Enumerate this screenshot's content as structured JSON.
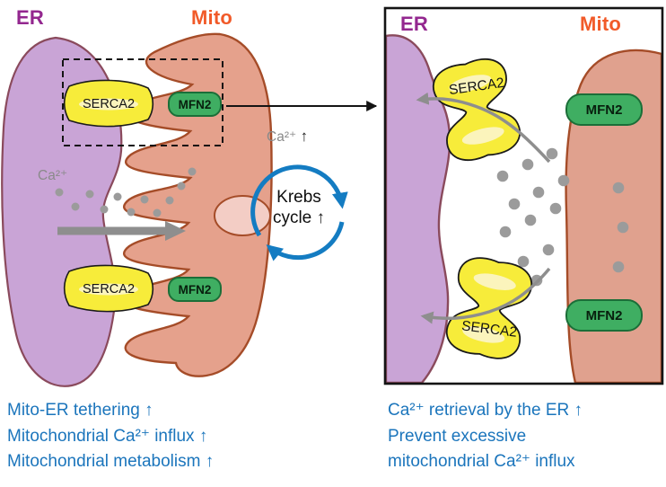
{
  "palette": {
    "er_label_color": "#93278f",
    "mito_label_color": "#f15a29",
    "er_fill": "#c9a4d6",
    "er_stroke": "#8a4a5c",
    "mito_fill": "#e5a18c",
    "mito_stroke": "#a54c28",
    "serca2_fill": "#f7ec3a",
    "mfn2_fill": "#3fae62",
    "krebs_arrow_blue": "#147cc2",
    "caption_blue": "#1b75bc",
    "calcium_gray": "#9b9b9b"
  },
  "left_panel": {
    "er_label": "ER",
    "mito_label": "Mito",
    "serca2_top_label": "SERCA2",
    "serca2_bottom_label": "SERCA2",
    "mfn2_top_label": "MFN2",
    "mfn2_bottom_label": "MFN2",
    "calcium_label": "Ca²⁺",
    "calcium_up_label": "Ca²⁺",
    "calcium_up_arrow": "↑",
    "krebs_line1": "Krebs",
    "krebs_line2": "cycle",
    "krebs_arrow": "↑"
  },
  "right_panel": {
    "er_label": "ER",
    "mito_label": "Mito",
    "serca2_top_label": "SERCA2",
    "serca2_bottom_label": "SERCA2",
    "mfn2_top_label": "MFN2",
    "mfn2_bottom_label": "MFN2"
  },
  "captions": {
    "left": [
      "Mito-ER tethering ↑",
      "Mitochondrial Ca²⁺ influx ↑",
      "Mitochondrial metabolism ↑"
    ],
    "right": [
      "Ca²⁺ retrieval by the ER ↑",
      "Prevent excessive",
      "mitochondrial Ca²⁺ influx"
    ]
  }
}
